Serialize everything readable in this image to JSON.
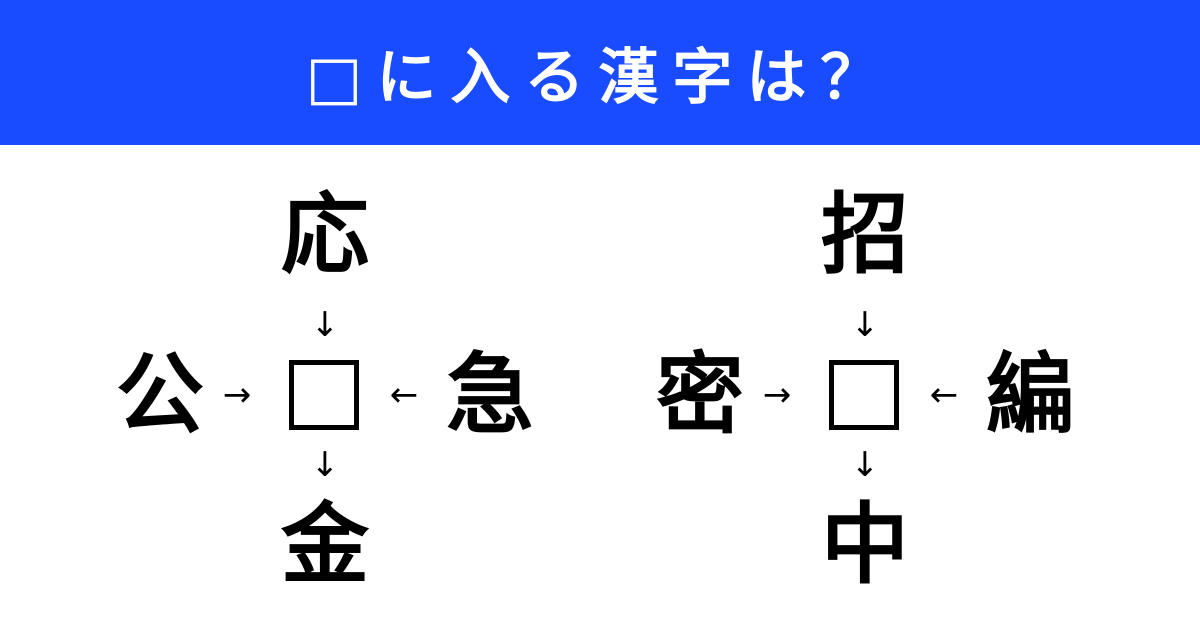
{
  "header": {
    "title": "□に入る漢字は？",
    "background_color": "#1a4cff",
    "text_color": "#ffffff"
  },
  "puzzles": [
    {
      "top": "応",
      "left": "公",
      "right": "急",
      "bottom": "金",
      "arrows": {
        "top": "↓",
        "left": "→",
        "right": "←",
        "bottom": "↓"
      },
      "blank": "□"
    },
    {
      "top": "招",
      "left": "密",
      "right": "編",
      "bottom": "中",
      "arrows": {
        "top": "↓",
        "left": "→",
        "right": "←",
        "bottom": "↓"
      },
      "blank": "□"
    }
  ]
}
